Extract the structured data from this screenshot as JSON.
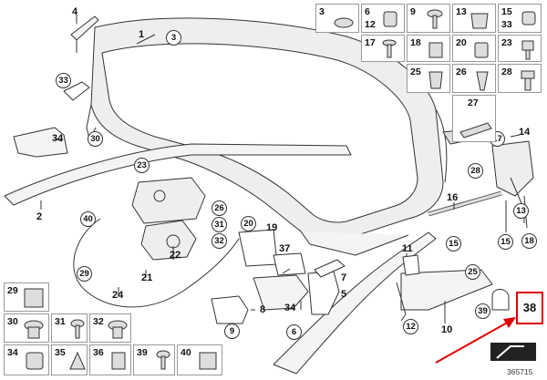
{
  "diagram": {
    "doc_number": "365715",
    "highlighted_part": "38",
    "colors": {
      "highlight": "#e00000",
      "line": "#333333",
      "panel": "#eeeeee"
    },
    "legend_cells": [
      {
        "labels": [
          "3"
        ]
      },
      {
        "labels": [
          "6",
          "12"
        ]
      },
      {
        "labels": [
          "9"
        ]
      },
      {
        "labels": [
          "13"
        ]
      },
      {
        "labels": [
          "15",
          "33"
        ]
      },
      {
        "labels": [
          "17"
        ]
      },
      {
        "labels": [
          "18"
        ]
      },
      {
        "labels": [
          "20"
        ]
      },
      {
        "labels": [
          "23"
        ]
      },
      {
        "labels": [
          "25"
        ]
      },
      {
        "labels": [
          "26"
        ]
      },
      {
        "labels": [
          "28"
        ]
      },
      {
        "labels": [
          "27"
        ]
      },
      {
        "labels": [
          "29"
        ]
      },
      {
        "labels": [
          "30"
        ]
      },
      {
        "labels": [
          "31"
        ]
      },
      {
        "labels": [
          "32"
        ]
      },
      {
        "labels": [
          "34"
        ]
      },
      {
        "labels": [
          "35"
        ]
      },
      {
        "labels": [
          "36"
        ]
      },
      {
        "labels": [
          "39"
        ]
      },
      {
        "labels": [
          "40"
        ]
      }
    ],
    "plain_labels": [
      "4",
      "1",
      "2",
      "34",
      "22",
      "21",
      "24",
      "19",
      "37",
      "34",
      "8",
      "11",
      "5",
      "7",
      "10",
      "16",
      "14",
      "13",
      "15",
      "18",
      "27"
    ],
    "circled_labels": [
      "3",
      "33",
      "30",
      "23",
      "26",
      "31",
      "32",
      "20",
      "40",
      "29",
      "6",
      "9",
      "17",
      "28",
      "25",
      "12",
      "39",
      "15"
    ]
  }
}
